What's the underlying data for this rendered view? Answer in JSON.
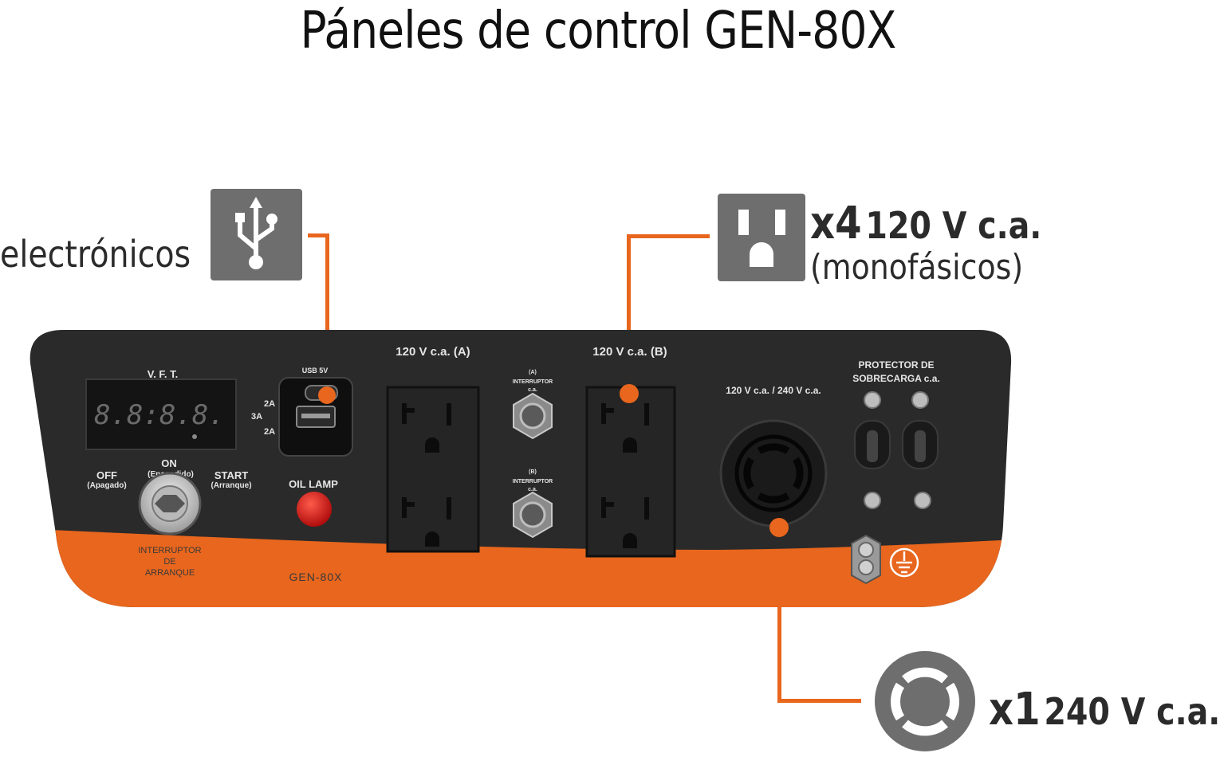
{
  "title": "Páneles de control GEN-80X",
  "colors": {
    "accent": "#e8661d",
    "panel": "#2a2a2a",
    "icon": "#6e6e6e"
  },
  "callouts": {
    "usb": {
      "text": "electrónicos",
      "icon": "usb-icon"
    },
    "outlet": {
      "count": "x4",
      "spec": "120 V c.a.",
      "note": "(monofásicos)",
      "icon": "outlet-icon"
    },
    "twistlock": {
      "count": "x1",
      "spec": "240 V c.a.",
      "icon": "twistlock-icon"
    }
  },
  "panel": {
    "vft_label": "V. F. T.",
    "display": "8.8:8.8.",
    "usb_top": "USB 5V",
    "usb_2a_top": "2A",
    "usb_3a": "3A",
    "usb_2a_bottom": "2A",
    "outlet_a": "120 V c.a. (A)",
    "outlet_b": "120 V c.a. (B)",
    "breaker_a": [
      "(A)",
      "INTERRUPTOR",
      "c.a."
    ],
    "breaker_b": [
      "(B)",
      "INTERRUPTOR",
      "c.a."
    ],
    "on": "ON",
    "on_sub": "(Encendido)",
    "off": "OFF",
    "off_sub": "(Apagado)",
    "start": "START",
    "start_sub": "(Arranque)",
    "oil_lamp": "OIL LAMP",
    "switch_label": [
      "INTERRUPTOR",
      "DE",
      "ARRANQUE"
    ],
    "model": "GEN-80X",
    "twist_label": "120 V c.a. / 240 V c.a.",
    "protector": [
      "PROTECTOR DE",
      "SOBRECARGA c.a."
    ]
  }
}
